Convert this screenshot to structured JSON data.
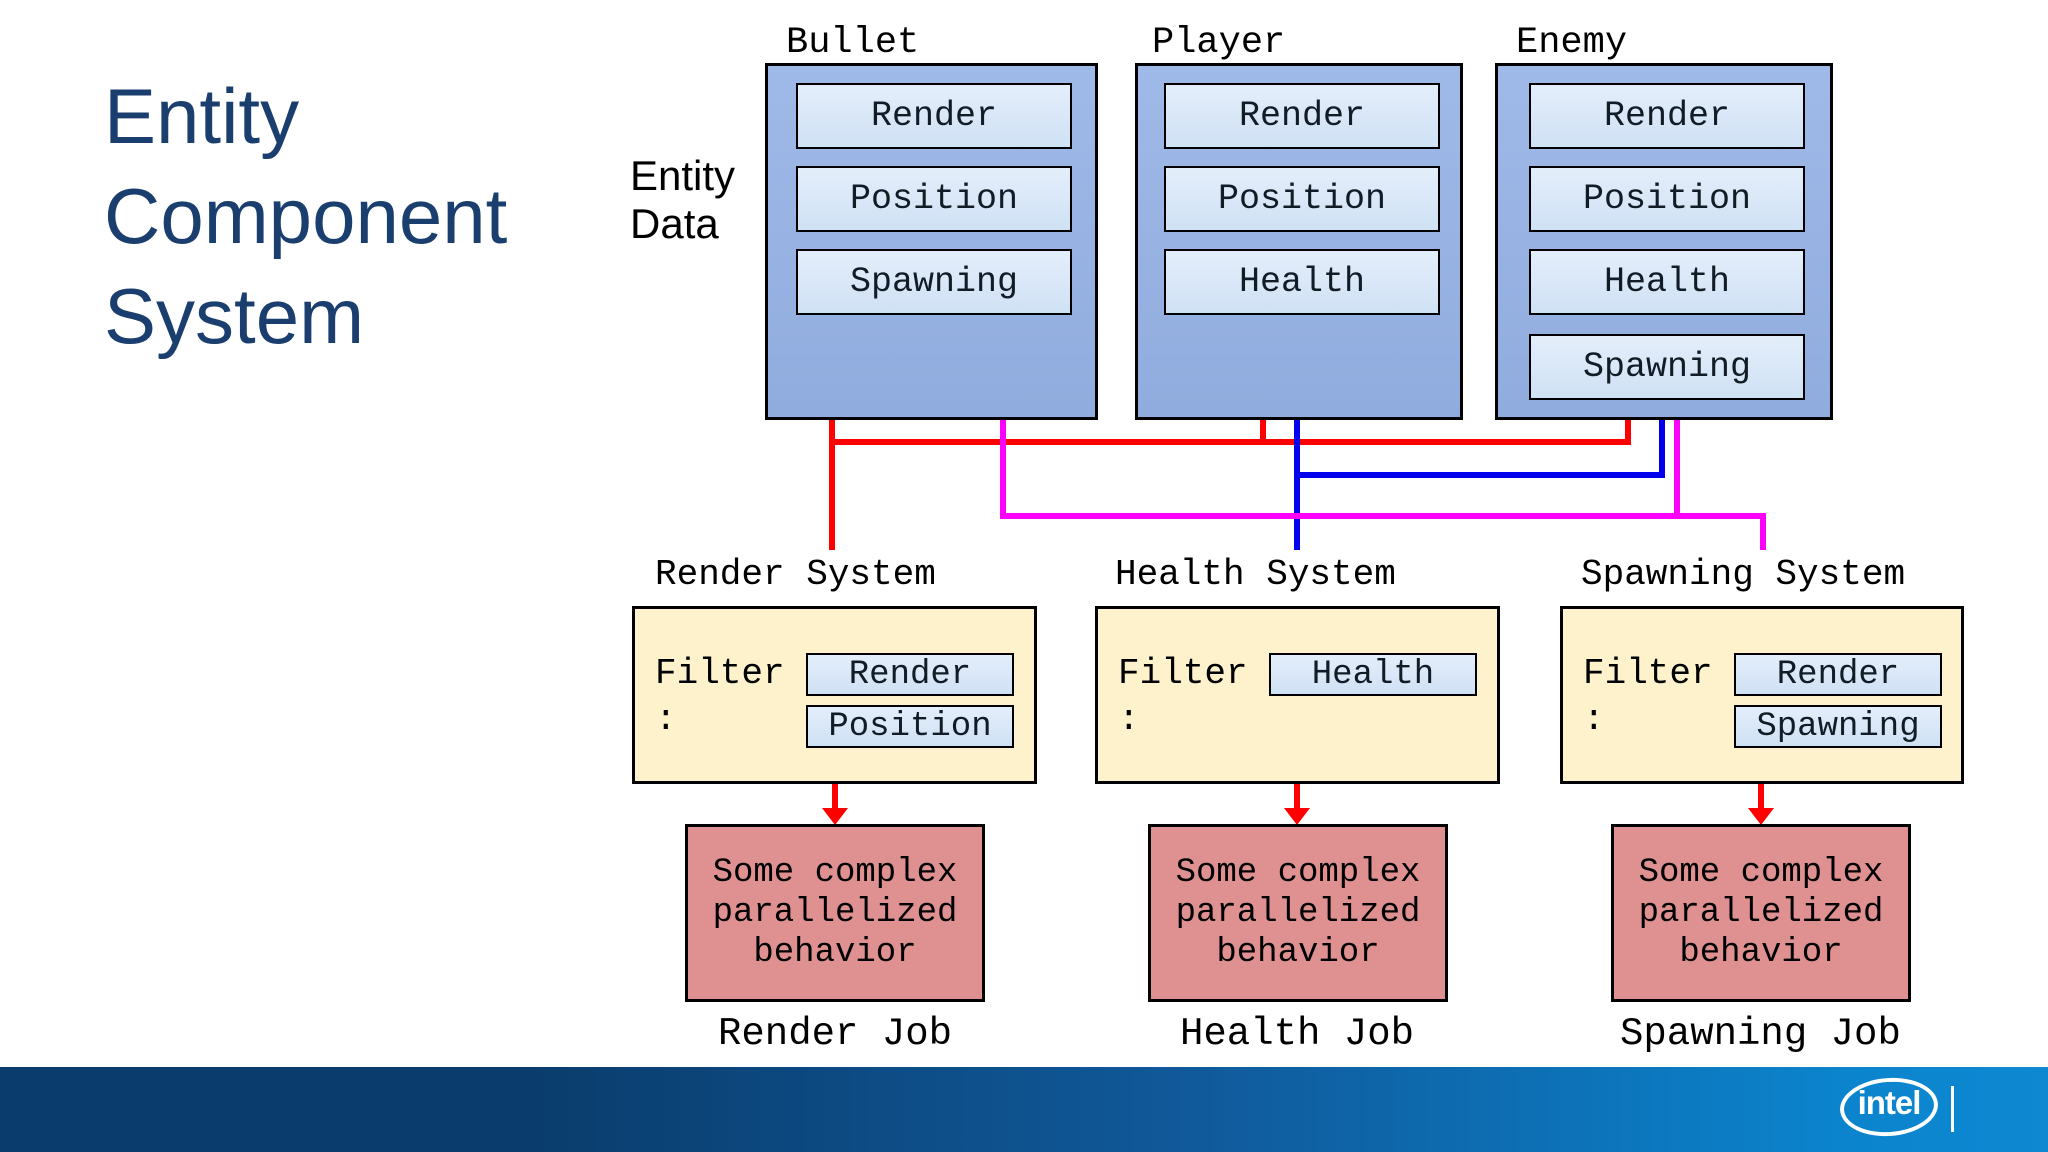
{
  "title": {
    "lines": [
      "Entity",
      "Component",
      "System"
    ]
  },
  "entity_data_label": {
    "lines": [
      "Entity",
      "Data"
    ]
  },
  "entities": [
    {
      "name": "Bullet",
      "components": [
        "Render",
        "Position",
        "Spawning"
      ]
    },
    {
      "name": "Player",
      "components": [
        "Render",
        "Position",
        "Health"
      ]
    },
    {
      "name": "Enemy",
      "components": [
        "Render",
        "Position",
        "Health",
        "Spawning"
      ]
    }
  ],
  "systems": [
    {
      "name": "Render System",
      "filter_word": "Filter",
      "filter_colon": ":",
      "filter_components": [
        "Render",
        "Position"
      ],
      "behavior_lines": [
        "Some complex",
        "parallelized",
        "behavior"
      ],
      "job_label": "Render Job"
    },
    {
      "name": "Health System",
      "filter_word": "Filter",
      "filter_colon": ":",
      "filter_components": [
        "Health"
      ],
      "behavior_lines": [
        "Some complex",
        "parallelized",
        "behavior"
      ],
      "job_label": "Health Job"
    },
    {
      "name": "Spawning System",
      "filter_word": "Filter",
      "filter_colon": ":",
      "filter_components": [
        "Render",
        "Spawning"
      ],
      "behavior_lines": [
        "Some complex",
        "parallelized",
        "behavior"
      ],
      "job_label": "Spawning Job"
    }
  ],
  "colors": {
    "title_text": "#1a3e6e",
    "render_line": "#ff0000",
    "health_line": "#0000ee",
    "spawning_line": "#ff00ff",
    "entity_box_fill": "#98b3e3",
    "component_chip_fill": "#d9e8f8",
    "system_box_fill": "#fdf2cb",
    "behavior_box_fill": "#df9090",
    "footer_gradient_left": "#0a3d6d",
    "footer_gradient_right": "#0d88d1"
  },
  "footer": {
    "brand": "intel"
  }
}
